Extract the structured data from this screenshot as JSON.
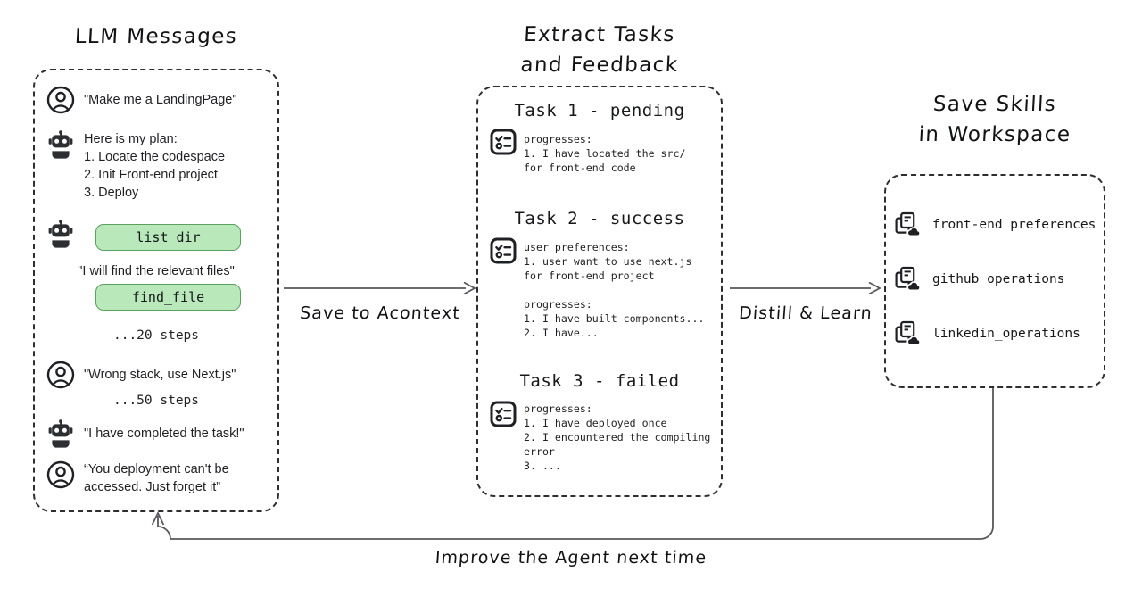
{
  "panels": {
    "messages": {
      "title": "LLM Messages",
      "items": [
        {
          "icon": "user-icon",
          "kind": "user",
          "text": "\"Make me a LandingPage\""
        },
        {
          "icon": "robot-icon",
          "kind": "assistant",
          "text": "Here is my plan:\n1. Locate the codespace\n2. Init Front-end project\n3. Deploy"
        },
        {
          "icon": "robot-icon",
          "kind": "tool",
          "text": "list_dir"
        },
        {
          "icon": "none",
          "kind": "assistant-quote",
          "text": "\"I will find the relevant files\""
        },
        {
          "icon": "none",
          "kind": "tool",
          "text": "find_file"
        },
        {
          "icon": "none",
          "kind": "ellipsis",
          "text": "...20 steps"
        },
        {
          "icon": "user-icon",
          "kind": "user",
          "text": "\"Wrong stack, use Next.js\""
        },
        {
          "icon": "none",
          "kind": "ellipsis",
          "text": "...50 steps"
        },
        {
          "icon": "robot-icon",
          "kind": "assistant",
          "text": "\"I have completed the task!\""
        },
        {
          "icon": "user-icon",
          "kind": "user",
          "text": "“You deployment can't be\naccessed. Just forget it”"
        }
      ]
    },
    "extract": {
      "title": "Extract Tasks\nand Feedback",
      "title_line1": "Extract Tasks",
      "title_line2": "and Feedback",
      "tasks": [
        {
          "icon": "checklist-icon",
          "title": "Task 1 - pending",
          "body": "progresses:\n1. I have located the src/\nfor front-end code"
        },
        {
          "icon": "checklist-icon",
          "title": "Task 2 - success",
          "body": "user_preferences:\n1. user want to use next.js\nfor front-end project\n\nprogresses:\n1. I have built components...\n2. I have..."
        },
        {
          "icon": "checklist-icon",
          "title": "Task 3 - failed",
          "body": "progresses:\n1. I have deployed once\n2. I encountered the compiling\nerror\n3. ..."
        }
      ]
    },
    "skills": {
      "title": "Save Skills\nin Workspace",
      "title_line1": "Save Skills",
      "title_line2": "in Workspace",
      "items": [
        {
          "icon": "skill-file-cloud-icon",
          "label": "front-end preferences"
        },
        {
          "icon": "skill-file-cloud-icon",
          "label": "github_operations"
        },
        {
          "icon": "skill-file-cloud-icon",
          "label": "linkedin_operations"
        }
      ]
    }
  },
  "arrows": {
    "first": "Save to Acontext",
    "second": "Distill & Learn",
    "feedback": "Improve the Agent next time"
  },
  "colors": {
    "pill_fill": "#b9e8bb",
    "pill_border": "#5aa05f",
    "ink": "#1f2023",
    "panel_border": "#2c2e31",
    "arrow": "#55585c"
  }
}
